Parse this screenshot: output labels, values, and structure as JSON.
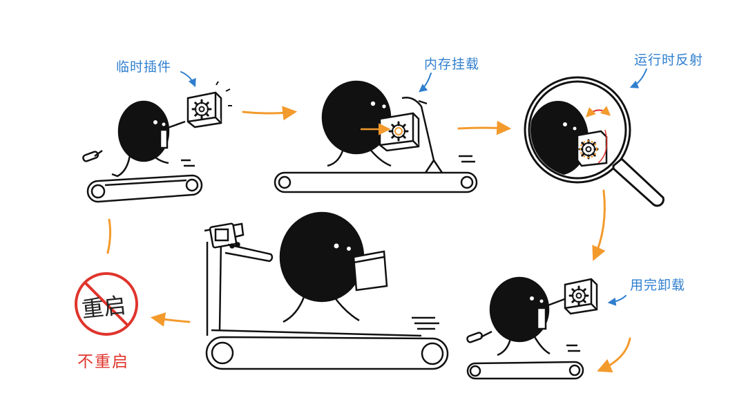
{
  "colors": {
    "accent_orange": "#f39a2c",
    "label_blue": "#2f7fcf",
    "no_red": "#e0342c",
    "ink": "#111111"
  },
  "steps": [
    {
      "label": "临时插件",
      "icon": "plugin-box-gear-icon"
    },
    {
      "label": "内存挂载",
      "icon": "plugin-box-gear-icon"
    },
    {
      "label": "运行时反射",
      "icon": "magnifier-icon"
    },
    {
      "label": "用完卸载",
      "icon": "plugin-box-gear-icon"
    }
  ],
  "no_restart": {
    "crossed_text": "重启",
    "caption": "不重启",
    "icon": "no-restart-prohibition-icon"
  }
}
